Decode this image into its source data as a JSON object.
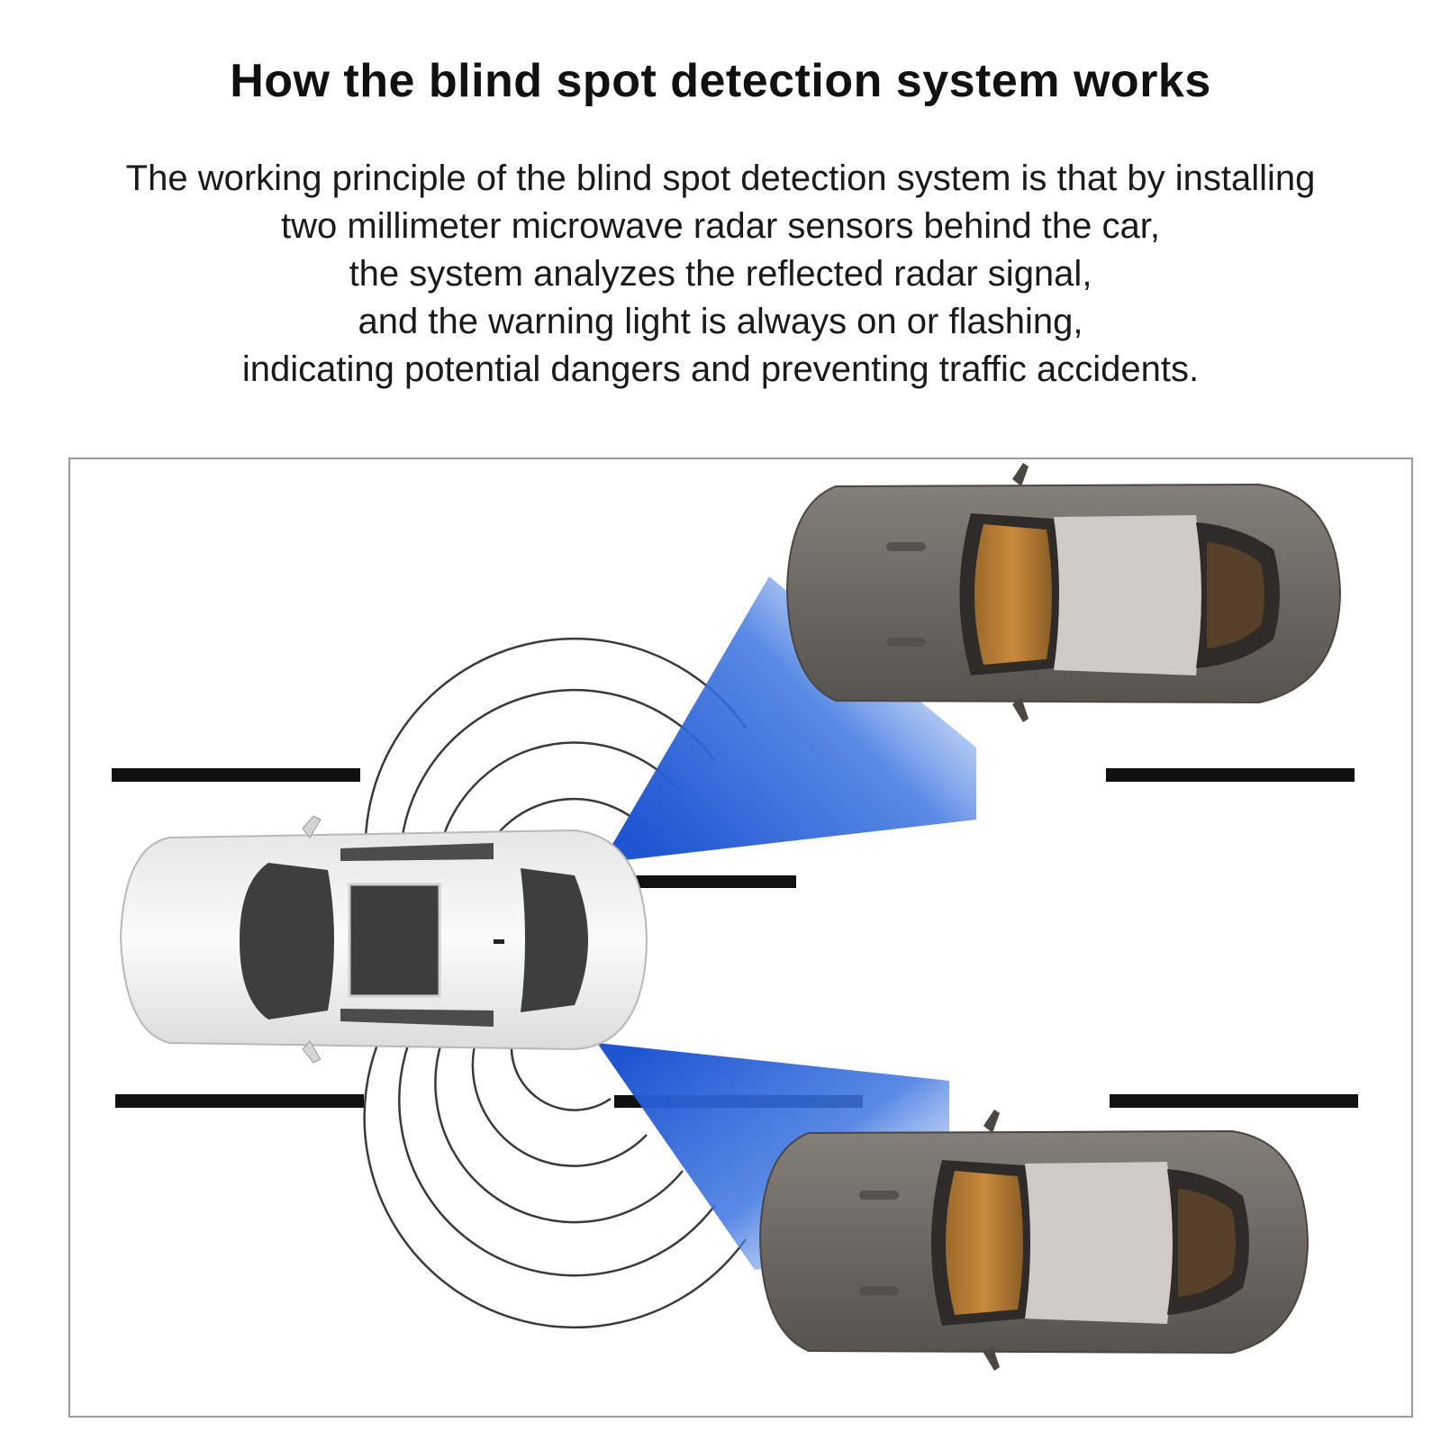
{
  "header": {
    "title": "How the blind spot detection system works"
  },
  "description": {
    "lines": [
      "The working principle of the blind spot detection system is that by installing",
      "two millimeter microwave radar sensors behind the car,",
      "the system analyzes the reflected radar signal,",
      "and the warning light is always on or flashing,",
      "indicating potential dangers and preventing traffic accidents."
    ]
  },
  "colors": {
    "radar_beam": "#1f5ad6",
    "host_car": "#f2f2f2",
    "other_car": "#6e6a66",
    "lane_line": "#111111"
  }
}
